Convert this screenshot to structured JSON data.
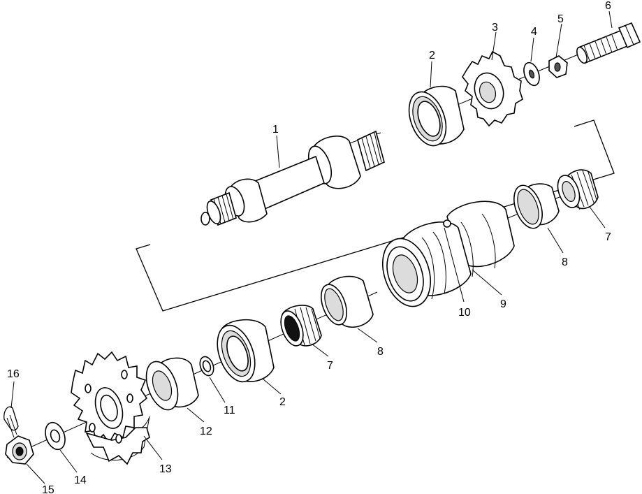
{
  "callouts": [
    {
      "id": "1",
      "text": "1"
    },
    {
      "id": "2a",
      "text": "2"
    },
    {
      "id": "3",
      "text": "3"
    },
    {
      "id": "4",
      "text": "4"
    },
    {
      "id": "5",
      "text": "5"
    },
    {
      "id": "6",
      "text": "6"
    },
    {
      "id": "7a",
      "text": "7"
    },
    {
      "id": "8a",
      "text": "8"
    },
    {
      "id": "10",
      "text": "10"
    },
    {
      "id": "9",
      "text": "9"
    },
    {
      "id": "8b",
      "text": "8"
    },
    {
      "id": "7b",
      "text": "7"
    },
    {
      "id": "2b",
      "text": "2"
    },
    {
      "id": "11",
      "text": "11"
    },
    {
      "id": "12",
      "text": "12"
    },
    {
      "id": "13",
      "text": "13"
    },
    {
      "id": "14",
      "text": "14"
    },
    {
      "id": "15",
      "text": "15"
    },
    {
      "id": "16",
      "text": "16"
    }
  ]
}
